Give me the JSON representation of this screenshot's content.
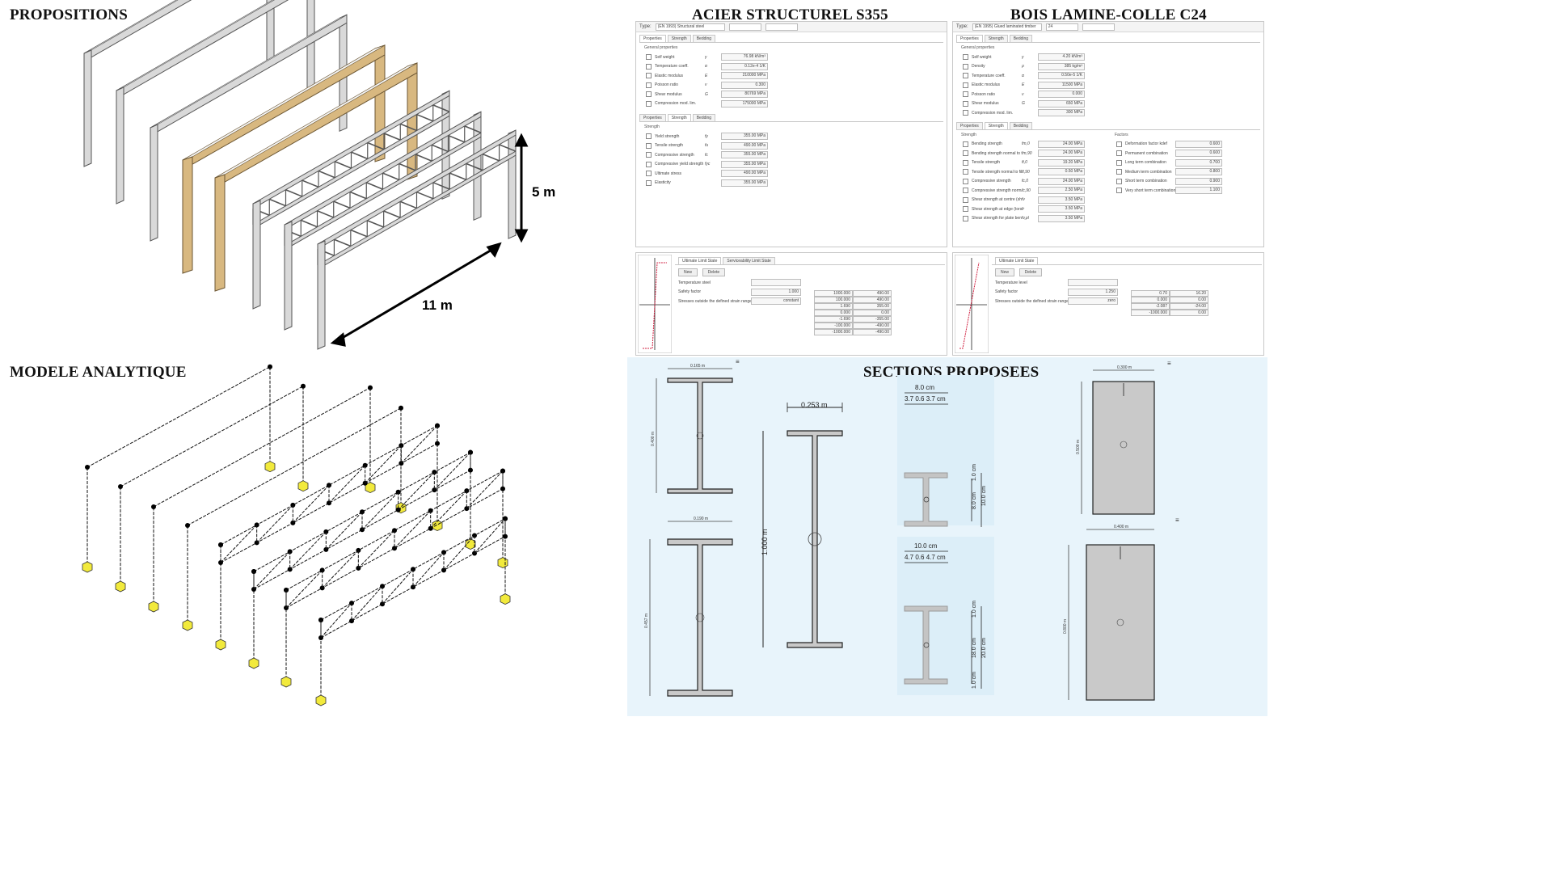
{
  "titles": {
    "propositions": "PROPOSITIONS",
    "modele": "MODELE ANALYTIQUE",
    "acier": "ACIER STRUCTUREL S355",
    "bois": "BOIS LAMINE-COLLE C24",
    "sections": "SECTIONS PROPOSEES"
  },
  "dimensions": {
    "height": "5 m",
    "length": "11 m"
  },
  "colors": {
    "steel_frame": "#d9d9d9",
    "steel_edge": "#555555",
    "timber_frame": "#d8b880",
    "timber_edge": "#6b5633",
    "support": "#f2ea3c",
    "section_fill": "#c8c8c8",
    "section_bg": "#e8f4fb"
  },
  "steel_panel": {
    "material_label": "(EN 1993) Structural steel",
    "tabs": [
      "Properties",
      "Strength",
      "Bedding"
    ],
    "group": "General properties",
    "properties": [
      {
        "label": "Self weight",
        "symbol": "γ",
        "value": "76.98 kN/m³"
      },
      {
        "label": "Temperature coeff.",
        "symbol": "α",
        "value": "0.12e-4 1/K"
      },
      {
        "label": "Elastic modulus",
        "symbol": "E",
        "value": "210000 MPa"
      },
      {
        "label": "Poisson ratio",
        "symbol": "ν",
        "value": "0.300"
      },
      {
        "label": "Shear modulus",
        "symbol": "G",
        "value": "80769 MPa"
      },
      {
        "label": "Compression mod. lim.",
        "symbol": "",
        "value": "175000 MPa"
      }
    ],
    "strength_group": "Strength",
    "strength": [
      {
        "label": "Yield strength",
        "symbol": "fy",
        "value": "355.00 MPa"
      },
      {
        "label": "Tensile strength",
        "symbol": "fu",
        "value": "490.00 MPa"
      },
      {
        "label": "Compressive strength",
        "symbol": "fc",
        "value": "355.00 MPa"
      },
      {
        "label": "Compressive yield strength",
        "symbol": "fyc",
        "value": "355.00 MPa"
      },
      {
        "label": "Ultimate stress",
        "symbol": "",
        "value": "490.00 MPa"
      },
      {
        "label": "Elasticity",
        "symbol": "",
        "value": "355.00 MPa"
      }
    ],
    "uls_tabs": [
      "Ultimate Limit State",
      "Serviceability Limit State"
    ],
    "uls_buttons": [
      "New",
      "Delete"
    ],
    "uls_fields": [
      {
        "label": "Temperature steel",
        "value": ""
      },
      {
        "label": "Safety factor",
        "value": "1.000"
      },
      {
        "label": "Stresses outside the defined strain range",
        "value": "constant"
      }
    ],
    "uls_table": [
      [
        "1000.000",
        "490.00"
      ],
      [
        "100.000",
        "490.00"
      ],
      [
        "1.690",
        "355.00"
      ],
      [
        "0.000",
        "0.00"
      ],
      [
        "-1.690",
        "-355.00"
      ],
      [
        "-100.000",
        "-490.00"
      ],
      [
        "-1000.000",
        "-490.00"
      ]
    ]
  },
  "timber_panel": {
    "material_label": "(EN 1995) Glued laminated timber",
    "classification": "24",
    "tabs": [
      "Properties",
      "Strength",
      "Bedding"
    ],
    "group": "General properties",
    "properties": [
      {
        "label": "Self weight",
        "symbol": "γ",
        "value": "4.20 kN/m³"
      },
      {
        "label": "Density",
        "symbol": "ρ",
        "value": "385 kg/m³"
      },
      {
        "label": "Temperature coeff.",
        "symbol": "α",
        "value": "0.50e-5 1/K"
      },
      {
        "label": "Elastic modulus",
        "symbol": "E",
        "value": "11500 MPa"
      },
      {
        "label": "Poisson ratio",
        "symbol": "ν",
        "value": "0.000"
      },
      {
        "label": "Shear modulus",
        "symbol": "G",
        "value": "650 MPa"
      },
      {
        "label": "Compression mod. lim.",
        "symbol": "",
        "value": "300 MPa"
      }
    ],
    "strength_group": "Strength",
    "strength": [
      {
        "label": "Bending strength",
        "symbol": "fm,0",
        "value": "24.00 MPa"
      },
      {
        "label": "Bending strength normal to fibre",
        "symbol": "fm,90",
        "value": "24.00 MPa"
      },
      {
        "label": "Tensile strength",
        "symbol": "ft,0",
        "value": "19.20 MPa"
      },
      {
        "label": "Tensile strength normal to fibre",
        "symbol": "ft,90",
        "value": "0.50 MPa"
      },
      {
        "label": "Compressive strength",
        "symbol": "fc,0",
        "value": "24.00 MPa"
      },
      {
        "label": "Compressive strength normal to fibre",
        "symbol": "fc,90",
        "value": "2.50 MPa"
      },
      {
        "label": "Shear strength at centre (shear force)",
        "symbol": "fv",
        "value": "3.50 MPa"
      },
      {
        "label": "Shear strength at edge (torsion)",
        "symbol": "fr",
        "value": "3.50 MPa"
      },
      {
        "label": "Shear strength for plate bending",
        "symbol": "fv,pl",
        "value": "3.50 MPa"
      }
    ],
    "factors_group": "Factors",
    "factors": [
      {
        "label": "Deformation factor kdef",
        "value": "0.600"
      },
      {
        "label": "Permanent combination",
        "value": "0.600"
      },
      {
        "label": "Long term combination",
        "value": "0.700"
      },
      {
        "label": "Medium term combination",
        "value": "0.800"
      },
      {
        "label": "Short term combination",
        "value": "0.900"
      },
      {
        "label": "Very short term combination",
        "value": "1.100"
      }
    ],
    "uls_tabs": [
      "Ultimate Limit State"
    ],
    "uls_buttons": [
      "New",
      "Delete"
    ],
    "uls_fields": [
      {
        "label": "Temperature level",
        "value": ""
      },
      {
        "label": "Safety factor",
        "value": "1.250"
      },
      {
        "label": "Stresses outside the defined strain range",
        "value": "zero"
      }
    ],
    "uls_table": [
      [
        "0.70",
        "16.20"
      ],
      [
        "0.000",
        "0.00"
      ],
      [
        "-2.087",
        "-24.00"
      ],
      [
        "-1000.000",
        "0.00"
      ]
    ]
  },
  "sections": {
    "ipe_top": {
      "width": "0.165 m",
      "height": "0.400 m"
    },
    "ipe_bottom": {
      "width": "0.190 m",
      "height": "0.457 m"
    },
    "truss_big": {
      "width": "0.253 m",
      "height": "1.000 m"
    },
    "small_top": {
      "width": "8.0 cm",
      "parts": "3.7 0.6 3.7 cm",
      "h_total": "10.0 cm",
      "h_web": "8.0 cm",
      "h_fl": "1.0 cm"
    },
    "small_bottom": {
      "width": "10.0 cm",
      "parts": "4.7 0.6 4.7 cm",
      "h_total": "20.0 cm",
      "h_web": "18.0 cm",
      "h_fl": "1.0 cm"
    },
    "rect_top": {
      "width": "0.300 m",
      "height": "0.500 m"
    },
    "rect_bottom": {
      "width": "0.400 m",
      "height": "0.800 m"
    }
  }
}
